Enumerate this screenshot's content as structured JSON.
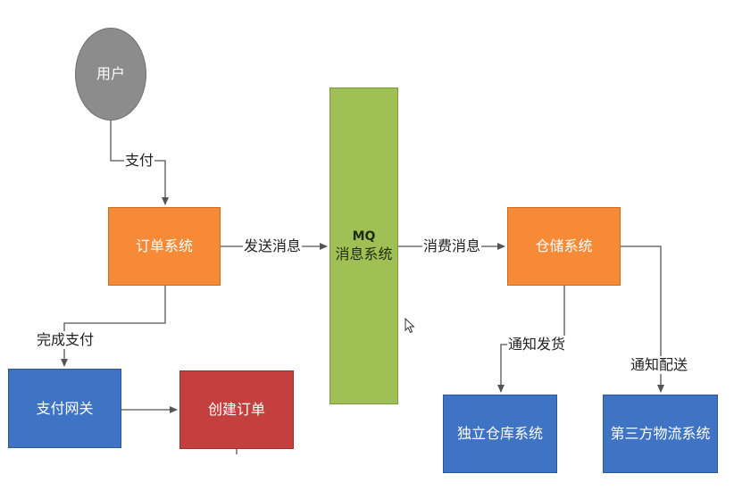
{
  "nodes": {
    "user": "用户",
    "order_system": "订单系统",
    "mq_line1": "MQ",
    "mq_line2": "消息系统",
    "warehouse_system": "仓储系统",
    "payment_gateway": "支付网关",
    "create_order": "创建订单",
    "independent_warehouse": "独立仓库系统",
    "third_party_logistics": "第三方物流系统"
  },
  "edges": {
    "pay": "支付",
    "send_message": "发送消息",
    "consume_message": "消费消息",
    "complete_payment": "完成支付",
    "notify_shipment": "通知发货",
    "notify_delivery": "通知配送"
  },
  "colors": {
    "user": "#8c8c8c",
    "system": "#f68a36",
    "mq": "#9fc055",
    "external": "#3f74c4",
    "create": "#c4403f",
    "connector": "#555555"
  },
  "icons": {
    "cursor": "mouse-pointer-icon"
  }
}
